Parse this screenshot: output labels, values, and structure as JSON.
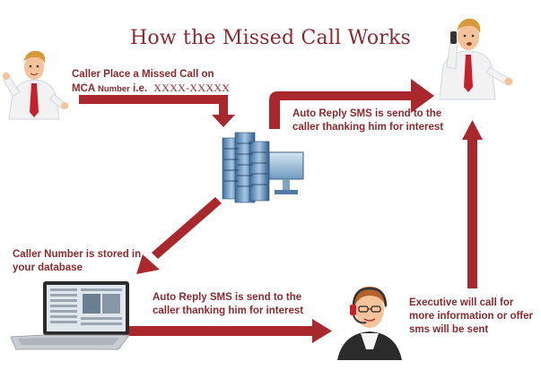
{
  "title": "How the Missed Call Works",
  "colors": {
    "accent": "#a8282d",
    "text": "#8b2a2e"
  },
  "captions": {
    "step1_line1": "Caller Place a Missed Call on",
    "step1_line2_prefix": "MCA",
    "step1_line2_small": "Number",
    "step1_line2_suffix": "i.e.",
    "step1_number": "XXXX-XXXXX",
    "step2_line1": "Auto Reply SMS is send to the",
    "step2_line2": "caller thanking him for interest",
    "step3_line1": "Caller Number is stored in",
    "step3_line2": "your database",
    "step4_line1": "Auto Reply SMS is send to the",
    "step4_line2": "caller thanking him for interest",
    "step5_line1": "Executive will call for",
    "step5_line2": "more information or offer",
    "step5_line3": "sms will be sent"
  },
  "icons": [
    "caller-person-icon",
    "caller-on-phone-icon",
    "server-icon",
    "laptop-icon",
    "executive-headset-icon"
  ]
}
